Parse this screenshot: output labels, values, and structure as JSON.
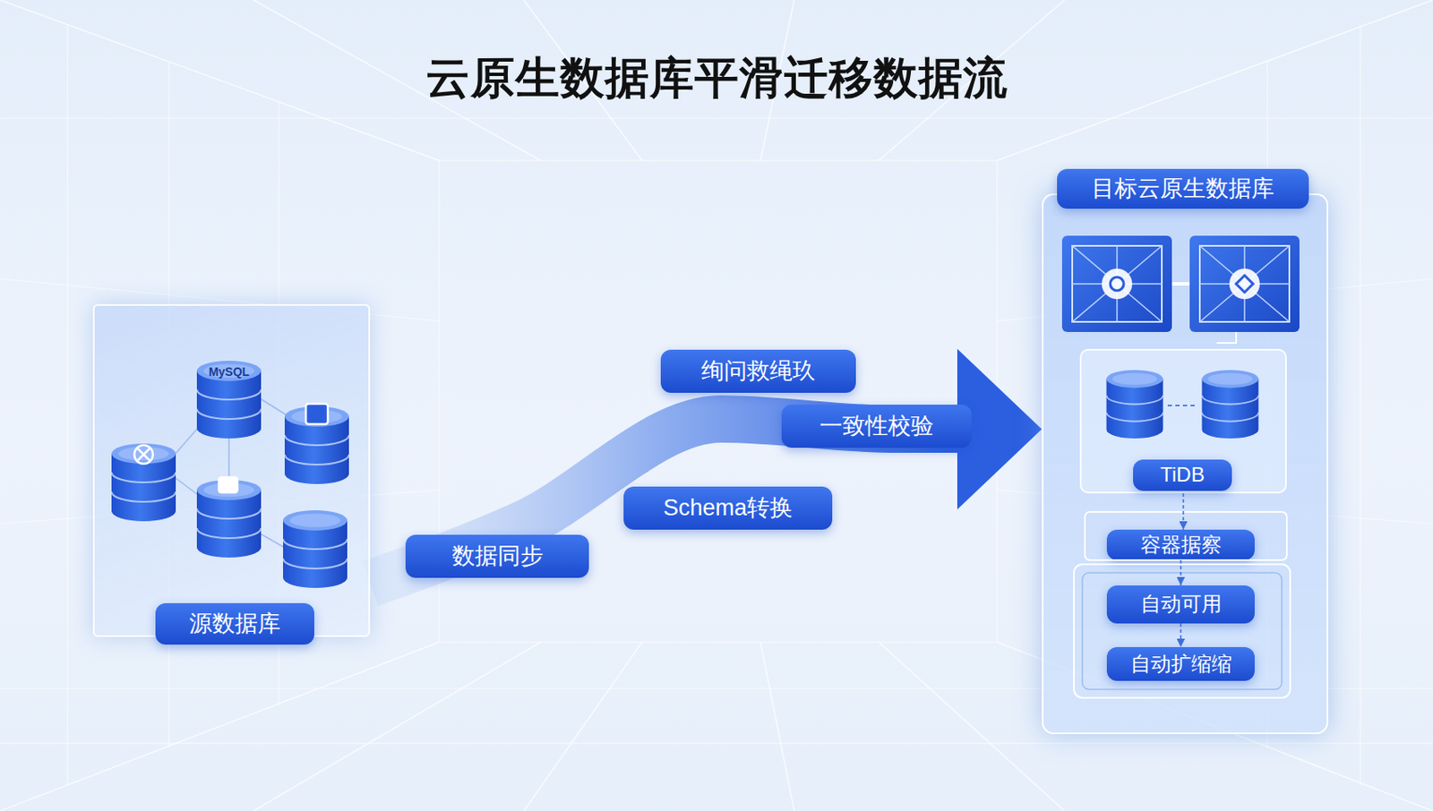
{
  "diagram": {
    "title": "云原生数据库平滑迁移数据流",
    "nodes": [
      {
        "text": [
          "源数据库"
        ]
      },
      {
        "text": [
          "数据同步"
        ]
      },
      {
        "text": [
          "Schema转换"
        ]
      },
      {
        "text": [
          "一致性校验"
        ]
      },
      {
        "text": [
          "绚问救绳玖"
        ]
      },
      {
        "text": [
          "目标云原生数据库"
        ]
      },
      {
        "text": [
          "TiDB"
        ],
        "in": 5
      },
      {
        "text": [
          "容器据察"
        ],
        "in": 5
      },
      {
        "text": [
          "自动可用"
        ],
        "in": 5
      },
      {
        "text": [
          "自动扩缩缩"
        ],
        "in": 5
      }
    ],
    "edges": [
      {
        "from": 0,
        "to": 5,
        "arrow": "to"
      },
      {
        "from": 6,
        "to": 7,
        "arrow": "to"
      },
      {
        "from": 7,
        "to": 8,
        "arrow": "to"
      },
      {
        "from": 8,
        "to": 9,
        "arrow": "to"
      }
    ],
    "labels": [
      "MySQL"
    ]
  }
}
